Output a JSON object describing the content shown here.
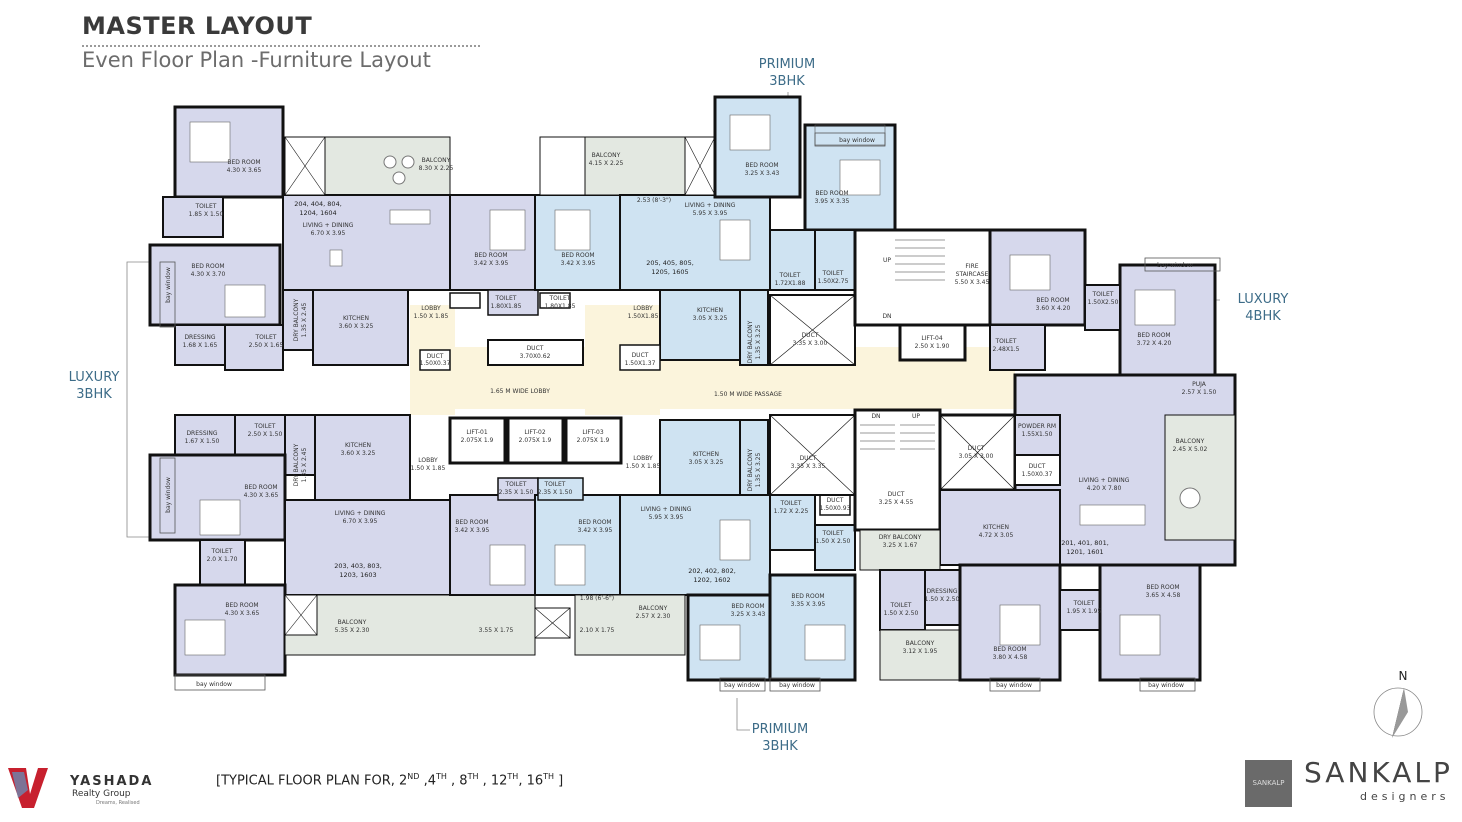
{
  "header": {
    "title": "MASTER LAYOUT",
    "subtitle": "Even Floor Plan -Furniture Layout"
  },
  "tags": {
    "premium_top": [
      "PRIMIUM",
      "3BHK"
    ],
    "premium_bottom": [
      "PRIMIUM",
      "3BHK"
    ],
    "luxury_left": [
      "LUXURY",
      "3BHK"
    ],
    "luxury_right": [
      "LUXURY",
      "4BHK"
    ]
  },
  "rooms": {
    "tl_bed1": [
      "BED ROOM",
      "4.30 X 3.65"
    ],
    "tl_balcony": [
      "BALCONY",
      "8.30 X 2.25"
    ],
    "tl_toilet1": [
      "TOILET",
      "1.85 X 1.50"
    ],
    "tl_units": [
      "204, 404, 804,",
      "1204, 1604"
    ],
    "tl_living": [
      "LIVING + DINING",
      "6.70 X 3.95"
    ],
    "tl_bed2": [
      "BED ROOM",
      "4.30 X 3.70"
    ],
    "tl_kitchen": [
      "KITCHEN",
      "3.60 X 3.25"
    ],
    "tl_drybal": [
      "DRY BALCONY",
      "1.35 X 2.45"
    ],
    "tl_dressing": [
      "DRESSING",
      "1.68 X 1.65"
    ],
    "tl_toilet2": [
      "TOILET",
      "2.50 X 1.65"
    ],
    "tl_bed3": [
      "BED ROOM",
      "3.42 X 3.95"
    ],
    "tl_toilet3": [
      "TOILET",
      "1.80X1.85"
    ],
    "tl_lobby": [
      "LOBBY",
      "1.50 X 1.85"
    ],
    "tl_duct": [
      "DUCT",
      "1.50X0.37"
    ],
    "tc_bed": [
      "BED ROOM",
      "3.42 X 3.95"
    ],
    "tc_toilet": [
      "TOILET",
      "1.80X1.85"
    ],
    "tc_balcony": [
      "BALCONY",
      "4.15 X 2.25"
    ],
    "tc_dim": "2.53 (8'-3\")",
    "tc_living": [
      "LIVING + DINING",
      "5.95 X 3.95"
    ],
    "tc_units": [
      "205, 405, 805,",
      "1205, 1605"
    ],
    "tc_lobby": [
      "LOBBY",
      "1.50X1.85"
    ],
    "tc_kitchen": [
      "KITCHEN",
      "3.05 X 3.25"
    ],
    "tc_drybal": [
      "DRY BALCONY",
      "1.35 X 3.25"
    ],
    "tc_duct": [
      "DUCT",
      "3.70X0.62"
    ],
    "tc_duct2": [
      "DUCT",
      "1.50X1.37"
    ],
    "tp_bed1": [
      "BED ROOM",
      "3.25 X 3.43"
    ],
    "tp_bed2": [
      "BED ROOM",
      "3.95 X 3.35"
    ],
    "tp_toilet1": [
      "TOILET",
      "1.72X1.88"
    ],
    "tp_toilet2": [
      "TOILET",
      "1.50X2.75"
    ],
    "tp_duct": [
      "DUCT",
      "3.35 X 3.00"
    ],
    "fire_stair": [
      "FIRE",
      "STAIRCASE",
      "5.50 X 3.45"
    ],
    "lift04": [
      "LIFT-04",
      "2.50 X 1.90"
    ],
    "tr_bed1": [
      "BED ROOM",
      "3.60 X 4.20"
    ],
    "tr_bed2": [
      "BED ROOM",
      "3.72 X 4.20"
    ],
    "tr_toilet1": [
      "TOILET",
      "1.50X2.50"
    ],
    "tr_toilet2": [
      "TOILET",
      "2.48X1.5"
    ],
    "puja": [
      "PUJA",
      "2.57 X 1.50"
    ],
    "lobby_wide": "1.65 M WIDE LOBBY",
    "passage": "1.50 M WIDE PASSAGE",
    "lift01": [
      "LIFT-01",
      "2.075X 1.9"
    ],
    "lift02": [
      "LIFT-02",
      "2.075X 1.9"
    ],
    "lift03": [
      "LIFT-03",
      "2.075X 1.9"
    ],
    "bl_dressing": [
      "DRESSING",
      "1.67 X 1.50"
    ],
    "bl_toilet1": [
      "TOILET",
      "2.50 X 1.50"
    ],
    "bl_kitchen": [
      "KITCHEN",
      "3.60 X 3.25"
    ],
    "bl_drybal": [
      "DRY BALCONY",
      "1.35 X 2.45"
    ],
    "bl_lobby": [
      "LOBBY",
      "1.50 X 1.85"
    ],
    "bl_bed1": [
      "BED ROOM",
      "4.30 X 3.65"
    ],
    "bl_living": [
      "LIVING + DINING",
      "6.70 X 3.95"
    ],
    "bl_units": [
      "203, 403, 803,",
      "1203, 1603"
    ],
    "bl_toilet2": [
      "TOILET",
      "2.0 X 1.70"
    ],
    "bl_bed2": [
      "BED ROOM",
      "4.30 X 3.65"
    ],
    "bl_balcony": [
      "BALCONY",
      "5.35 X 2.30"
    ],
    "bl_dim": "3.55 X 1.75",
    "bl_bed3": [
      "BED ROOM",
      "3.42 X 3.95"
    ],
    "bl_toilet3": [
      "TOILET",
      "2.35 X 1.50"
    ],
    "bc_toilet": [
      "TOILET",
      "2.35 X 1.50"
    ],
    "bc_bed": [
      "BED ROOM",
      "3.42 X 3.95"
    ],
    "bc_dim": "1.98 (6'-6\")",
    "bc_dim2": "2.10 X 1.75",
    "bc_balcony": [
      "BALCONY",
      "2.57 X 2.30"
    ],
    "bc_lobby": [
      "LOBBY",
      "1.50 X 1.85"
    ],
    "bc_kitchen": [
      "KITCHEN",
      "3.05 X 3.25"
    ],
    "bc_drybal": [
      "DRY BALCONY",
      "1.35 X 3.25"
    ],
    "bc_living": [
      "LIVING + DINING",
      "5.95 X 3.95"
    ],
    "bc_units": [
      "202, 402, 802,",
      "1202, 1602"
    ],
    "bp_toilet1": [
      "TOILET",
      "1.72 X 2.25"
    ],
    "bp_toilet2": [
      "TOILET",
      "1.50 X 2.50"
    ],
    "bp_duct": [
      "DUCT",
      "1.50X0.93"
    ],
    "bp_duct2": [
      "DUCT",
      "3.35 X 3.35"
    ],
    "bp_bed1": [
      "BED ROOM",
      "3.25 X 3.43"
    ],
    "bp_bed2": [
      "BED ROOM",
      "3.35 X 3.95"
    ],
    "c_duct": [
      "DUCT",
      "3.25 X 4.55"
    ],
    "br_duct": [
      "DUCT",
      "3.05 X 3.00"
    ],
    "powder": [
      "POWDER RM",
      "1.55X1.50"
    ],
    "br_duct2": [
      "DUCT",
      "1.50X0.37"
    ],
    "br_balcony": [
      "BALCONY",
      "2.45 X 5.02"
    ],
    "br_living": [
      "LIVING + DINING",
      "4.20 X 7.80"
    ],
    "br_kitchen": [
      "KITCHEN",
      "4.72 X 3.05"
    ],
    "br_units": [
      "201, 401, 801,",
      "1201, 1601"
    ],
    "br_drybal": [
      "DRY BALCONY",
      "3.25 X 1.67"
    ],
    "br_dressing": [
      "DRESSING",
      "1.50 X 2.50"
    ],
    "br_toilet1": [
      "TOILET",
      "1.50 X 2.50"
    ],
    "br_toilet2": [
      "TOILET",
      "1.95 X 1.95"
    ],
    "br_bed1": [
      "BED ROOM",
      "3.80 X 4.58"
    ],
    "br_bed2": [
      "BED ROOM",
      "3.65 X 4.58"
    ],
    "br_balcony2": [
      "BALCONY",
      "3.12 X 1.95"
    ],
    "bay": "bay window",
    "up": "UP",
    "dn": "DN"
  },
  "compass": "N",
  "footer": {
    "note_prefix": "[TYPICAL FLOOR PLAN FOR, 2",
    "sup1": "ND",
    "mid1": " ,4",
    "sup2": "TH",
    "mid2": " , 8",
    "sup3": "TH",
    "mid3": " , 12",
    "sup4": "TH",
    "mid4": ", 16",
    "sup5": "TH",
    "note_suffix": " ]",
    "brand": "YASHADA",
    "brand_sub": "Realty Group",
    "brand_tag": "Dreams, Realised",
    "designer_box": "SANKALP",
    "designer": "SANKALP",
    "designer_sub": "designers"
  },
  "colors": {
    "room_fill": "#d6d8ec",
    "blue_fill": "#cfe3f2",
    "lobby_fill": "#fbf4dc",
    "balcony_fill": "#e3e8e1",
    "wall": "#111111",
    "accent": "#3d6c88"
  }
}
